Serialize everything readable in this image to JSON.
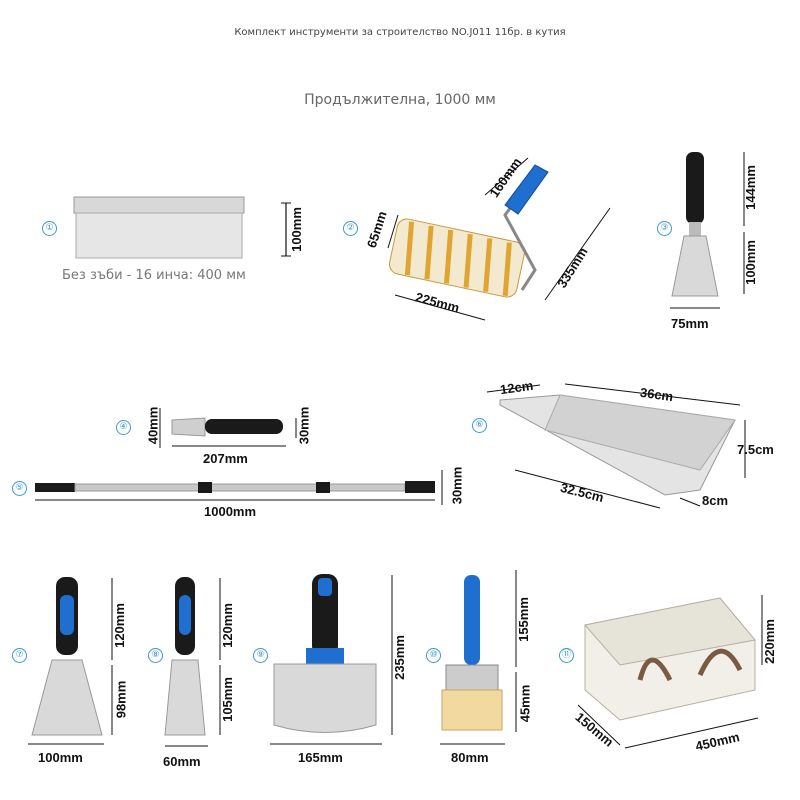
{
  "header": {
    "title": "Комплект инструменти за строителство NO.J011 11бр. в кутия",
    "subtitle": "Продължителна, 1000 мм"
  },
  "notes": {
    "blade_note": "Без зъби - 16 инча: 400 мм"
  },
  "items": [
    {
      "num": "①",
      "dims": [
        "100mm"
      ]
    },
    {
      "num": "②",
      "dims": [
        "160mm",
        "65mm",
        "225mm",
        "335mm"
      ]
    },
    {
      "num": "③",
      "dims": [
        "144mm",
        "100mm",
        "75mm"
      ]
    },
    {
      "num": "④",
      "dims": [
        "40mm",
        "30mm",
        "207mm"
      ]
    },
    {
      "num": "⑤",
      "dims": [
        "1000mm",
        "30mm"
      ]
    },
    {
      "num": "⑥",
      "dims": [
        "12cm",
        "36cm",
        "7.5cm",
        "32.5cm",
        "8cm"
      ]
    },
    {
      "num": "⑦",
      "dims": [
        "120mm",
        "98mm",
        "100mm"
      ]
    },
    {
      "num": "⑧",
      "dims": [
        "120mm",
        "105mm",
        "60mm"
      ]
    },
    {
      "num": "⑨",
      "dims": [
        "235mm",
        "165mm"
      ]
    },
    {
      "num": "⑩",
      "dims": [
        "155mm",
        "45mm",
        "80mm"
      ]
    },
    {
      "num": "⑪",
      "dims": [
        "220mm",
        "150mm",
        "450mm"
      ]
    }
  ],
  "colors": {
    "accent": "#3a9ad6",
    "handle_blue": "#1f6fd1",
    "handle_black": "#1a1a1a"
  }
}
